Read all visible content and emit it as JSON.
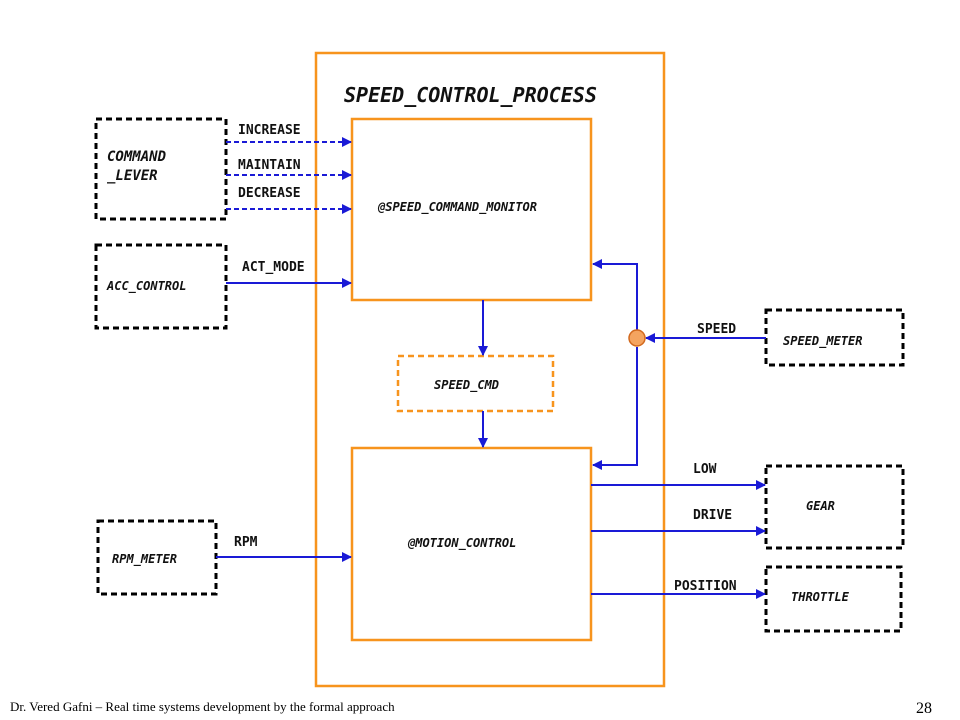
{
  "diagram": {
    "process_title": "SPEED_CONTROL_PROCESS",
    "external": {
      "command_lever_1": "COMMAND",
      "command_lever_2": "_LEVER",
      "acc_control": "ACC_CONTROL",
      "rpm_meter": "RPM_METER",
      "speed_meter": "SPEED_METER",
      "gear": "GEAR",
      "throttle": "THROTTLE"
    },
    "inner": {
      "speed_command_monitor": "@SPEED_COMMAND_MONITOR",
      "speed_cmd": "SPEED_CMD",
      "motion_control": "@MOTION_CONTROL"
    },
    "flows": {
      "increase": "INCREASE",
      "maintain": "MAINTAIN",
      "decrease": "DECREASE",
      "act_mode": "ACT_MODE",
      "rpm": "RPM",
      "speed": "SPEED",
      "low": "LOW",
      "drive": "DRIVE",
      "position": "POSITION"
    },
    "colors": {
      "process_border": "#f7941d",
      "flow_line": "#1a1ad6",
      "junction_fill": "#f4a460"
    }
  },
  "footer": {
    "credit": "Dr. Vered Gafni – Real time systems development by the formal approach",
    "page_number": "28"
  }
}
